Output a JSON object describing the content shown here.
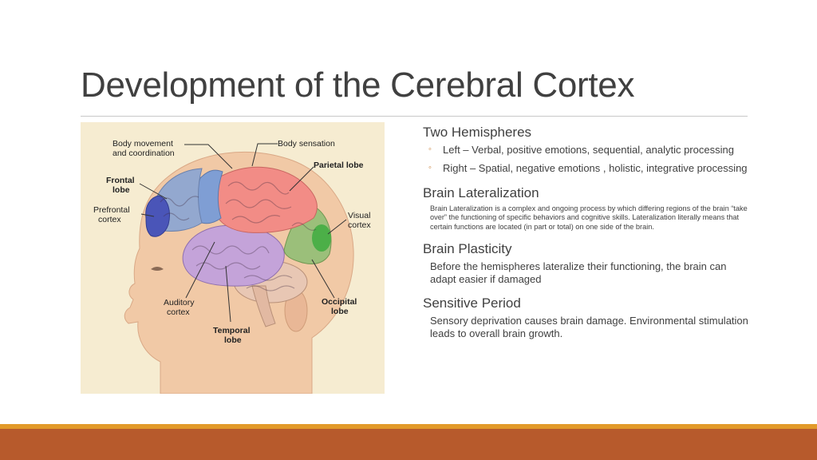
{
  "slide": {
    "title": "Development of the Cerebral Cortex"
  },
  "figure": {
    "labels": {
      "body_movement": "Body movement",
      "and_coordination": "and coordination",
      "body_sensation": "Body sensation",
      "parietal_lobe": "Parietal lobe",
      "frontal": "Frontal",
      "lobe_frontal": "lobe",
      "prefrontal": "Prefrontal",
      "cortex_prefrontal": "cortex",
      "visual": "Visual",
      "cortex_visual": "cortex",
      "auditory": "Auditory",
      "cortex_auditory": "cortex",
      "occipital": "Occipital",
      "lobe_occipital": "lobe",
      "temporal": "Temporal",
      "lobe_temporal": "lobe"
    },
    "colors": {
      "background": "#f6ecd1",
      "skin": "#f1c9a6",
      "frontal": "#93a8cf",
      "prefrontal": "#4a55b8",
      "motor": "#7f9ed4",
      "parietal": "#f28c86",
      "temporal": "#c4a3d9",
      "occipital": "#9bbf7a",
      "visual": "#4caf48",
      "cerebellum": "#e8c7b4"
    }
  },
  "sections": [
    {
      "heading": "Two Hemispheres",
      "bullets": [
        "Left – Verbal, positive emotions, sequential, analytic processing",
        "Right – Spatial, negative emotions , holistic, integrative processing"
      ]
    },
    {
      "heading": "Brain Lateralization",
      "text": "Brain Lateralization is a complex and ongoing process by which differing regions of the brain “take over” the functioning of specific behaviors and cognitive skills. Lateralization literally means that certain functions are located (in part or total) on one side of the brain."
    },
    {
      "heading": "Brain Plasticity",
      "text": "Before the hemispheres lateralize their functioning, the brain can adapt easier if damaged"
    },
    {
      "heading": "Sensitive Period",
      "text": "Sensory deprivation causes brain damage.  Environmental stimulation leads to overall brain growth."
    }
  ],
  "theme": {
    "accent_bar": "#e29a2a",
    "footer_bar": "#b75a2c",
    "bullet_color": "#c6782d"
  }
}
